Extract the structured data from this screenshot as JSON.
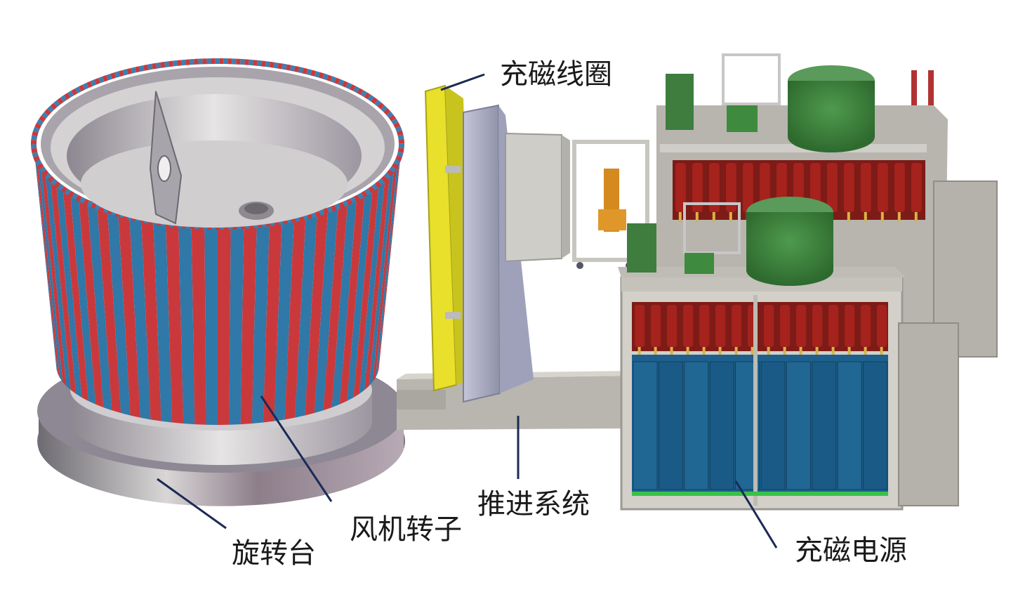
{
  "labels": {
    "magnetizing_coil": "充磁线圈",
    "propulsion_system": "推进系统",
    "fan_rotor": "风机转子",
    "turntable": "旋转台",
    "magnetizing_power_supply": "充磁电源"
  },
  "colors": {
    "leader_line": "#1b2a55",
    "magnet_red": "#c9393c",
    "magnet_blue": "#2f78a8",
    "coil_yellow": "#e8e02a",
    "cabinet_green": "#3e7d3e",
    "battery_blue": "#1e5f8c",
    "capacitor_red": "#a5221d",
    "frame_gray": "#a8a6a0"
  }
}
